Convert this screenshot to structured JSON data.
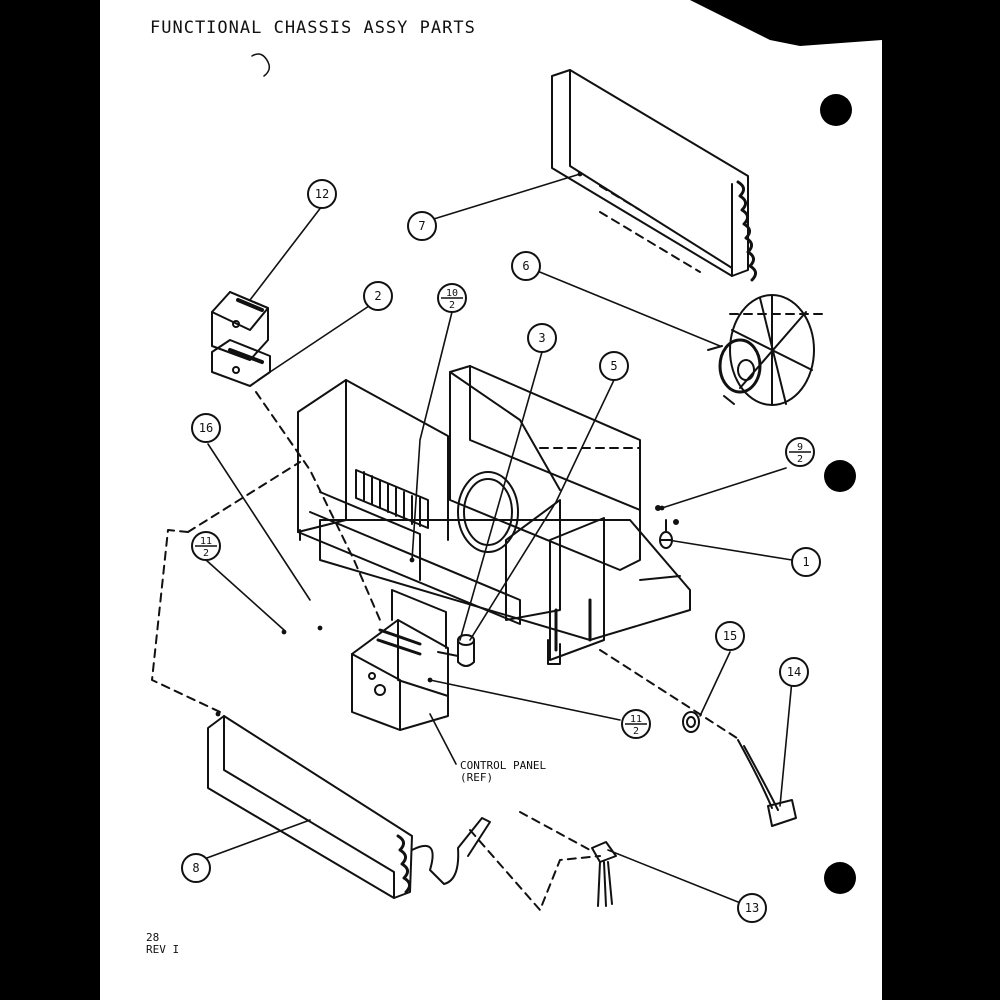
{
  "title": "FUNCTIONAL CHASSIS ASSY PARTS",
  "footer": {
    "page": "28",
    "revision": "REV I"
  },
  "reference_label": {
    "line1": "CONTROL PANEL",
    "line2": "(REF)"
  },
  "callouts": [
    {
      "id": "12",
      "top": "12",
      "bottom": ""
    },
    {
      "id": "2",
      "top": "2",
      "bottom": ""
    },
    {
      "id": "10-2",
      "top": "10",
      "bottom": "2"
    },
    {
      "id": "3",
      "top": "3",
      "bottom": ""
    },
    {
      "id": "5",
      "top": "5",
      "bottom": ""
    },
    {
      "id": "6",
      "top": "6",
      "bottom": ""
    },
    {
      "id": "7",
      "top": "7",
      "bottom": ""
    },
    {
      "id": "16",
      "top": "16",
      "bottom": ""
    },
    {
      "id": "9-2",
      "top": "9",
      "bottom": "2"
    },
    {
      "id": "11-2-left",
      "top": "11",
      "bottom": "2"
    },
    {
      "id": "1",
      "top": "1",
      "bottom": ""
    },
    {
      "id": "15",
      "top": "15",
      "bottom": ""
    },
    {
      "id": "14",
      "top": "14",
      "bottom": ""
    },
    {
      "id": "11-2-right",
      "top": "11",
      "bottom": "2"
    },
    {
      "id": "8",
      "top": "8",
      "bottom": ""
    },
    {
      "id": "13",
      "top": "13",
      "bottom": ""
    }
  ]
}
